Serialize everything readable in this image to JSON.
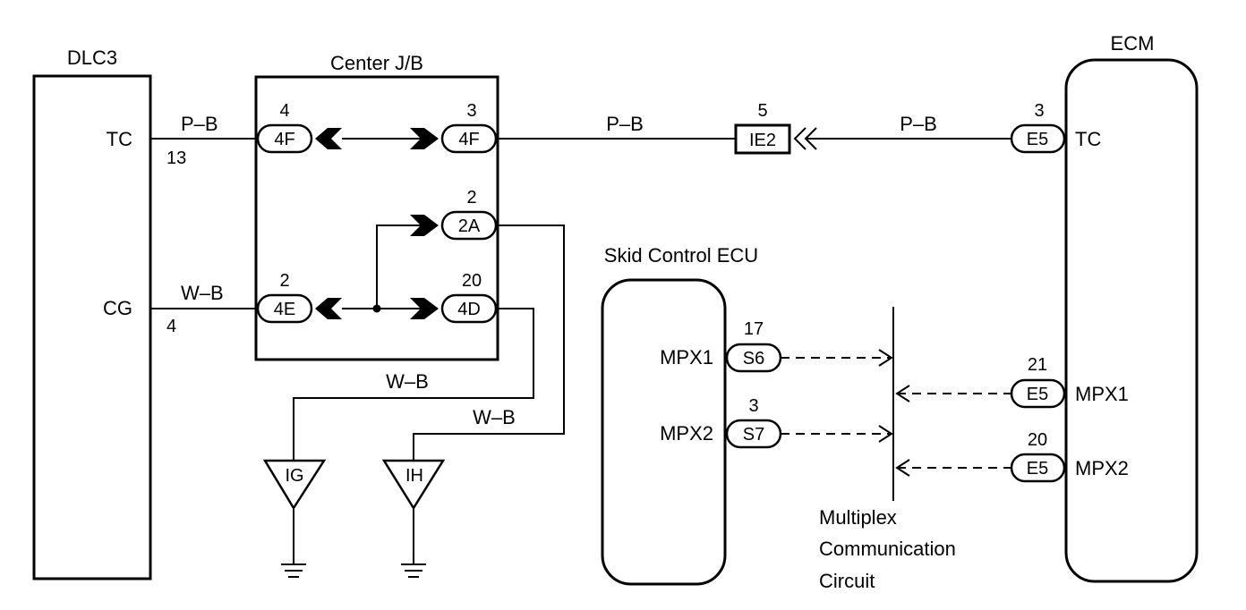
{
  "components": {
    "dlc3": "DLC3",
    "center_jb": "Center J/B",
    "ecm": "ECM",
    "skid_ecu": "Skid Control ECU",
    "multiplex": [
      "Multiplex",
      "Communication",
      "Circuit"
    ]
  },
  "terminals": {
    "dlc_tc": "TC",
    "dlc_cg": "CG",
    "ecm_tc": "TC",
    "ecm_mpx1": "MPX1",
    "ecm_mpx2": "MPX2",
    "skid_mpx1": "MPX1",
    "skid_mpx2": "MPX2"
  },
  "pins": {
    "dlc_tc": "13",
    "dlc_cg": "4",
    "jb_4f_left": "4",
    "jb_4f_right": "3",
    "jb_2a": "2",
    "jb_4e": "2",
    "jb_4d": "20",
    "ie2": "5",
    "ecm_e5_tc": "3",
    "ecm_e5_mpx1": "21",
    "ecm_e5_mpx2": "20",
    "skid_s6": "17",
    "skid_s7": "3"
  },
  "connectors": {
    "jb_4f_left": "4F",
    "jb_4f_right": "4F",
    "jb_2a": "2A",
    "jb_4e": "4E",
    "jb_4d": "4D",
    "ie2": "IE2",
    "ecm_e5_tc": "E5",
    "ecm_e5_mpx1": "E5",
    "ecm_e5_mpx2": "E5",
    "skid_s6": "S6",
    "skid_s7": "S7"
  },
  "wires": {
    "dlc_tc": "P–B",
    "jb_to_ie2": "P–B",
    "ie2_to_ecm": "P–B",
    "dlc_cg": "W–B",
    "to_ig": "W–B",
    "to_ih": "W–B"
  },
  "grounds": {
    "ig": "IG",
    "ih": "IH"
  }
}
